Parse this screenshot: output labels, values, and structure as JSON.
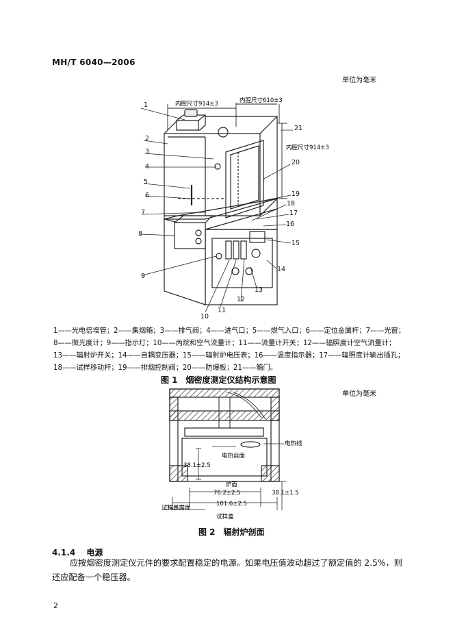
{
  "header": {
    "doc_code": "MH/T 6040—2006"
  },
  "figure1": {
    "unit": "单位为毫米",
    "dims": {
      "depth": "内腔尺寸914±3",
      "width": "内腔尺寸610±3",
      "height": "内腔尺寸914±3"
    },
    "callouts": [
      "1",
      "2",
      "3",
      "4",
      "5",
      "6",
      "7",
      "8",
      "9",
      "10",
      "11",
      "12",
      "13",
      "14",
      "15",
      "16",
      "17",
      "18",
      "19",
      "20",
      "21"
    ],
    "legend_lines": [
      "1——光电倍增管；2——集烟箱；3——排气阀；4——进气口；5——燃气入口；6——定位金属杆；7——光窗；",
      "8——微光度计；9——指示灯；10——丙烷和空气流量计；11——流量计开关；12——辐照度计空气流量计；",
      "13——辐射炉开关；14——自耦变压器；15——辐射炉电压表；16——温度指示器；17——辐照度计输出插孔；",
      "18——试样移动杆；19——排烟控制阀；20——防爆板；21——箱门。"
    ],
    "caption": "图 1　烟密度测定仪结构示意图"
  },
  "figure2": {
    "unit": "单位为毫米",
    "labels": {
      "wire": "电热线",
      "coil": "电热丝面",
      "hole": "炉面",
      "height": "38.1±2.5",
      "inner": "76.2±2.5",
      "outer": "101.6±2.5",
      "gap": "38.1±1.5",
      "surface": "试样暴露面",
      "box": "试样盒"
    },
    "caption": "图 2　辐射炉剖面"
  },
  "section": {
    "number": "4.1.4",
    "title": "电源"
  },
  "body": {
    "paragraph": "应按烟密度测定仪元件的要求配置稳定的电源。如果电压值波动超过了额定值的 2.5%，则还应配备一个稳压器。"
  },
  "page_number": "2"
}
